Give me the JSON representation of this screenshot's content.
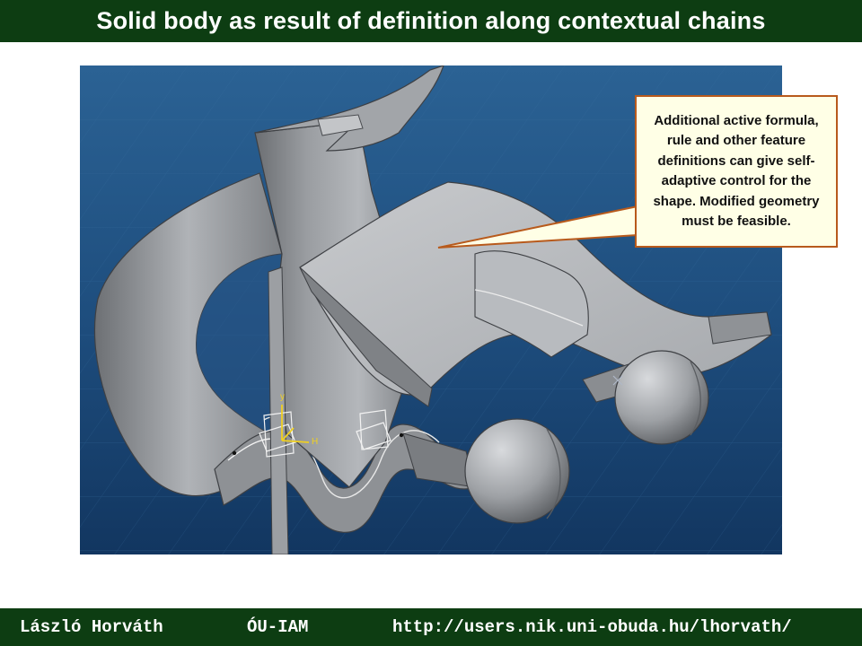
{
  "slide": {
    "title": "Solid body as result of definition along contextual chains"
  },
  "callout": {
    "text": "Additional active formula, rule and other feature definitions can give self-adaptive control for the shape. Modified geometry must be feasible."
  },
  "footer": {
    "author": "László Horváth",
    "institute": "ÓU-IAM",
    "url": "http://users.nik.uni-obuda.hu/lhorvath/"
  },
  "colors": {
    "bar_green": "#0d3d12",
    "viewport_blue": "#1f4f7e",
    "callout_border": "#b85a1c",
    "callout_fill": "#ffffe6",
    "axis_yellow": "#f0d020"
  }
}
